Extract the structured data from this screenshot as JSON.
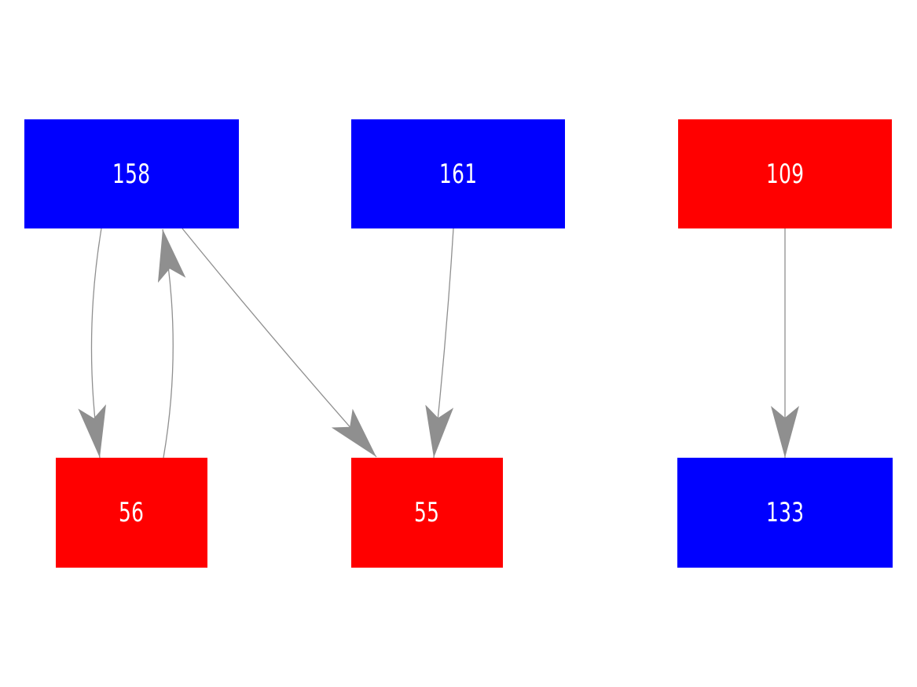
{
  "graph": {
    "background_color": "#ffffff",
    "node_text_color": "#ffffff",
    "edge_color": "#8f8f8f",
    "node_colors": {
      "blue": "#0000ff",
      "red": "#ff0000"
    },
    "nodes": [
      {
        "id": "158",
        "label": "158",
        "color": "#0000ff",
        "row": "top",
        "column": "left"
      },
      {
        "id": "161",
        "label": "161",
        "color": "#0000ff",
        "row": "top",
        "column": "middle"
      },
      {
        "id": "109",
        "label": "109",
        "color": "#ff0000",
        "row": "top",
        "column": "right"
      },
      {
        "id": "56",
        "label": "56",
        "color": "#ff0000",
        "row": "bottom",
        "column": "left"
      },
      {
        "id": "55",
        "label": "55",
        "color": "#ff0000",
        "row": "bottom",
        "column": "middle"
      },
      {
        "id": "133",
        "label": "133",
        "color": "#0000ff",
        "row": "bottom",
        "column": "right"
      }
    ],
    "edges": [
      {
        "from": "158",
        "to": "56"
      },
      {
        "from": "56",
        "to": "158"
      },
      {
        "from": "158",
        "to": "55"
      },
      {
        "from": "161",
        "to": "55"
      },
      {
        "from": "109",
        "to": "133"
      }
    ]
  }
}
